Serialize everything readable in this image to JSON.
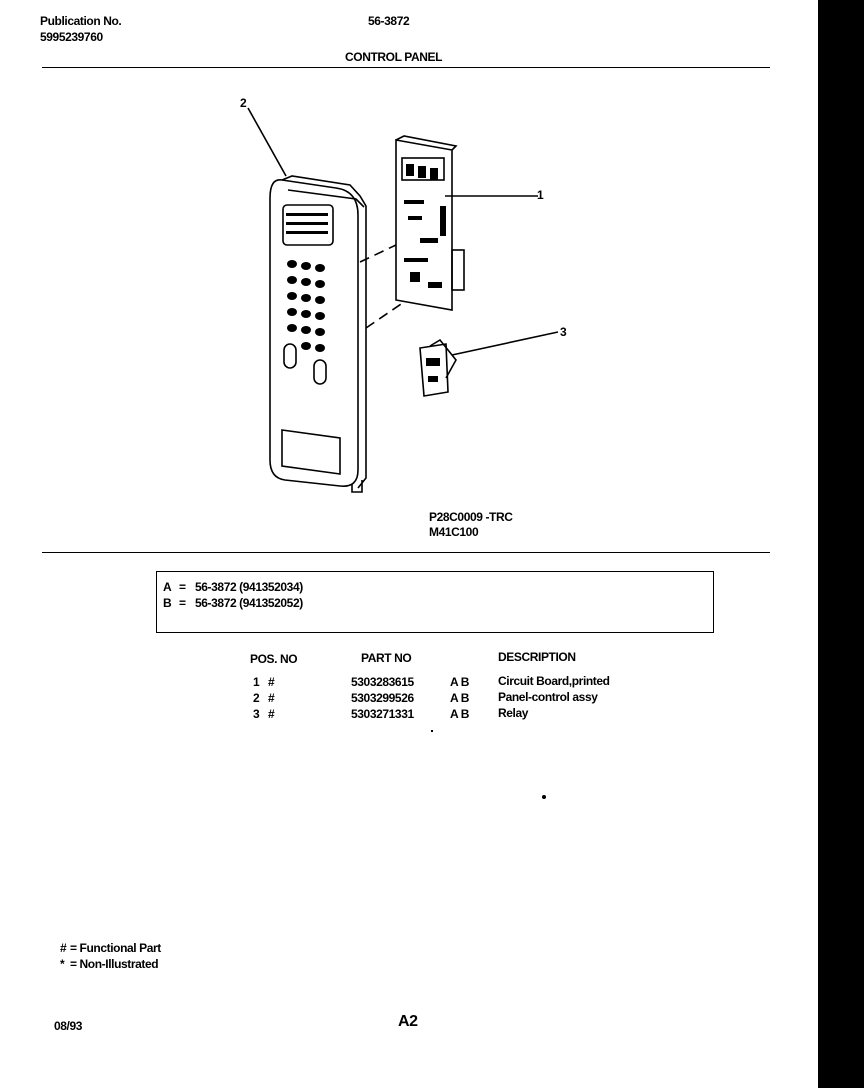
{
  "header": {
    "publication_label": "Publication No.",
    "publication_number": "5995239760",
    "model": "56-3872",
    "section_title": "CONTROL PANEL"
  },
  "diagram": {
    "callouts": [
      "1",
      "2",
      "3"
    ],
    "codes": [
      "P28C0009 -TRC",
      "M41C100"
    ]
  },
  "models": [
    {
      "key": "A",
      "eq": "=",
      "value": "56-3872 (941352034)"
    },
    {
      "key": "B",
      "eq": "=",
      "value": "56-3872 (941352052)"
    }
  ],
  "parts_table": {
    "headers": {
      "pos": "POS. NO",
      "part": "PART NO",
      "desc": "DESCRIPTION"
    },
    "rows": [
      {
        "pos": "1",
        "mark": "#",
        "part": "5303283615",
        "models": "A B",
        "desc": "Circuit Board,printed"
      },
      {
        "pos": "2",
        "mark": "#",
        "part": "5303299526",
        "models": "A B",
        "desc": "Panel-control assy"
      },
      {
        "pos": "3",
        "mark": "#",
        "part": "5303271331",
        "models": "A B",
        "desc": "Relay"
      }
    ]
  },
  "legend": [
    {
      "symbol": "#",
      "text": "= Functional Part"
    },
    {
      "symbol": "*",
      "text": "= Non-Illustrated"
    }
  ],
  "footer": {
    "date": "08/93",
    "page": "A2"
  }
}
